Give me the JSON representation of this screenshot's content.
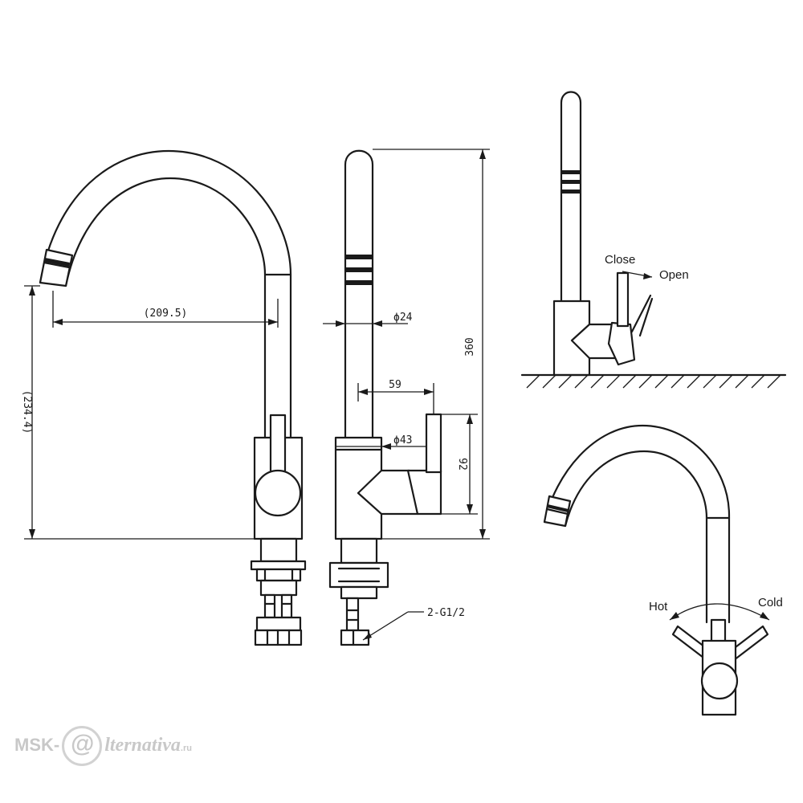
{
  "dimensions": {
    "spout_reach": "(209.5)",
    "spout_height": "(234.4)",
    "spout_diameter": "ϕ24",
    "body_diameter": "ϕ43",
    "handle_offset": "59",
    "handle_height": "92",
    "total_height": "360",
    "connection": "2-G1/2"
  },
  "labels": {
    "close": "Close",
    "open": "Open",
    "hot": "Hot",
    "cold": "Cold"
  },
  "watermark": {
    "prefix": "MSK-",
    "at": "@",
    "rest": "lternativa",
    "suffix": ".ru"
  }
}
